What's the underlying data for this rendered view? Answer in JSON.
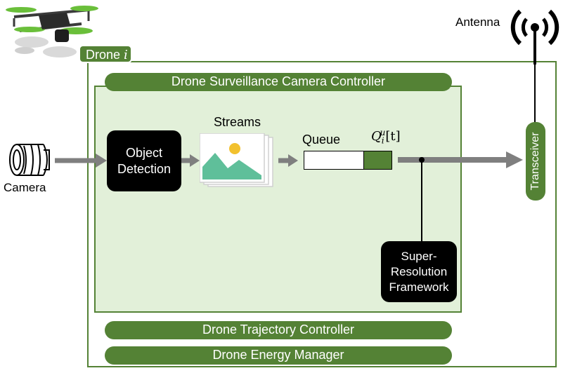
{
  "drone": {
    "label": "Drone",
    "index": "i"
  },
  "antenna": {
    "label": "Antenna"
  },
  "camera_controller": {
    "label": "Drone Surveillance Camera Controller"
  },
  "camera": {
    "label": "Camera"
  },
  "object_detection": {
    "line1": "Object",
    "line2": "Detection"
  },
  "streams": {
    "label": "Streams"
  },
  "queue": {
    "label": "Queue",
    "symbol": "Q",
    "subscript": "i",
    "superscript": "u",
    "argument": "[t]"
  },
  "transceiver": {
    "label": "Transceiver"
  },
  "super_resolution": {
    "line1": "Super-",
    "line2": "Resolution",
    "line3": "Framework"
  },
  "trajectory_controller": {
    "label": "Drone Trajectory Controller"
  },
  "energy_manager": {
    "label": "Drone Energy Manager"
  },
  "colors": {
    "green_dark": "#548235",
    "green_light": "#E2F0D9",
    "arrow_gray": "#7F7F7F",
    "image_teal": "#5FBF9A",
    "image_sun": "#F2C12E"
  }
}
